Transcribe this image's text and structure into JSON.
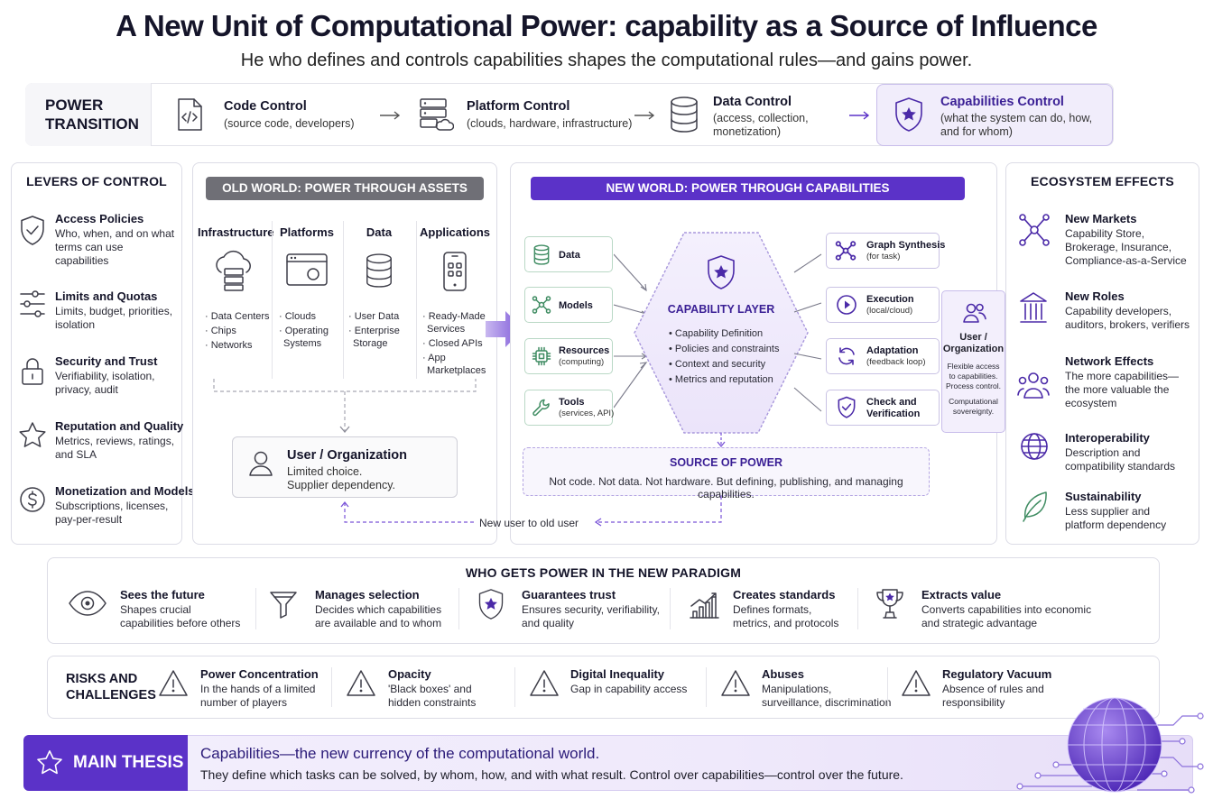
{
  "header": {
    "title": "A New Unit of Computational Power: capability as a Source of Influence",
    "subtitle": "He who defines and controls capabilities shapes the computational rules—and gains power."
  },
  "transition": {
    "label_line1": "POWER",
    "label_line2": "TRANSITION",
    "stages": [
      {
        "title": "Code Control",
        "desc": "(source code, developers)",
        "icon": "code-file-icon"
      },
      {
        "title": "Platform Control",
        "desc": "(clouds, hardware, infrastructure)",
        "icon": "server-cloud-icon"
      },
      {
        "title": "Data Control",
        "desc_line1": "(access, collection,",
        "desc_line2": "monetization)",
        "icon": "database-icon"
      },
      {
        "title": "Capabilities Control",
        "desc_line1": "(what the system can do, how,",
        "desc_line2": "and for whom)",
        "icon": "shield-star-icon"
      }
    ]
  },
  "levers": {
    "title": "LEVERS OF CONTROL",
    "items": [
      {
        "title": "Access Policies",
        "l1": "Who, when, and on what",
        "l2": "terms can use",
        "l3": "capabilities",
        "icon": "shield-check-icon"
      },
      {
        "title": "Limits and Quotas",
        "l1": "Limits, budget, priorities,",
        "l2": "isolation",
        "icon": "sliders-icon"
      },
      {
        "title": "Security and Trust",
        "l1": "Verifiability, isolation,",
        "l2": "privacy, audit",
        "icon": "lock-icon"
      },
      {
        "title": "Reputation and Quality",
        "l1": "Metrics, reviews, ratings,",
        "l2": "and SLA",
        "icon": "star-icon"
      },
      {
        "title": "Monetization and Models",
        "l1": "Subscriptions, licenses,",
        "l2": "pay-per-result",
        "icon": "dollar-icon"
      }
    ]
  },
  "old_world": {
    "banner": "OLD WORLD: POWER THROUGH ASSETS",
    "columns": [
      {
        "title": "Infrastructure",
        "icon": "cloud-server-icon",
        "bullets": [
          "· Data Centers",
          "· Chips",
          "· Networks"
        ]
      },
      {
        "title": "Platforms",
        "icon": "browser-window-icon",
        "bullets": [
          "· Clouds",
          "· Operating",
          "Systems"
        ]
      },
      {
        "title": "Data",
        "icon": "database-icon",
        "bullets": [
          "· User Data",
          "· Enterprise",
          "Storage"
        ]
      },
      {
        "title": "Applications",
        "icon": "smartphone-icon",
        "bullets": [
          "· Ready-Made",
          "Services",
          "· Closed APIs",
          "· App",
          "Marketplaces"
        ]
      }
    ],
    "user_title": "User / Organization",
    "user_l1": "Limited choice.",
    "user_l2": "Supplier dependency."
  },
  "new_world": {
    "banner": "NEW WORLD: POWER THROUGH CAPABILITIES",
    "inputs": [
      {
        "title": "Data",
        "icon": "database-icon"
      },
      {
        "title": "Models",
        "icon": "network-nodes-icon"
      },
      {
        "title": "Resources",
        "sub": "(computing)",
        "icon": "chip-icon"
      },
      {
        "title": "Tools",
        "sub": "(services, API)",
        "icon": "wrench-icon"
      }
    ],
    "layer_title": "CAPABILITY LAYER",
    "layer_items": [
      "• Capability Definition",
      "• Policies and constraints",
      "• Context and security",
      "• Metrics and reputation"
    ],
    "outputs": [
      {
        "title": "Graph Synthesis",
        "sub": "(for task)",
        "icon": "graph-icon"
      },
      {
        "title": "Execution",
        "sub": "(local/cloud)",
        "icon": "play-icon"
      },
      {
        "title": "Adaptation",
        "sub": "(feedback loop)",
        "icon": "refresh-icon"
      },
      {
        "title": "Check and",
        "sub": "Verification",
        "icon": "shield-check-icon"
      }
    ],
    "user": {
      "t1": "User /",
      "t2": "Organization",
      "d1": "Flexible access",
      "d2": "to capabilities.",
      "d3": "Process control.",
      "d4": "Computational",
      "d5": "sovereignty."
    },
    "source_title": "SOURCE OF POWER",
    "source_desc": "Not code. Not data. Not hardware. But defining, publishing, and managing capabilities.",
    "return_label": "New user to old user"
  },
  "ecosystem": {
    "title": "ECOSYSTEM EFFECTS",
    "items": [
      {
        "title": "New Markets",
        "l1": "Capability Store,",
        "l2": "Brokerage, Insurance,",
        "l3": "Compliance-as-a-Service",
        "icon": "hub-nodes-icon"
      },
      {
        "title": "New Roles",
        "l1": "Capability developers,",
        "l2": "auditors, brokers, verifiers",
        "icon": "institution-icon"
      },
      {
        "title": "Network Effects",
        "l1": "The more capabilities—",
        "l2": "the more valuable the",
        "l3": "ecosystem",
        "icon": "people-icon"
      },
      {
        "title": "Interoperability",
        "l1": "Description and",
        "l2": "compatibility standards",
        "icon": "globe-icon"
      },
      {
        "title": "Sustainability",
        "l1": "Less supplier and",
        "l2": "platform dependency",
        "icon": "leaf-icon"
      }
    ]
  },
  "who": {
    "title": "WHO GETS POWER IN THE NEW PARADIGM",
    "items": [
      {
        "title": "Sees the future",
        "l1": "Shapes crucial",
        "l2": "capabilities before others",
        "icon": "eye-icon"
      },
      {
        "title": "Manages selection",
        "l1": "Decides which capabilities",
        "l2": "are available and to whom",
        "icon": "funnel-icon"
      },
      {
        "title": "Guarantees trust",
        "l1": "Ensures security, verifiability,",
        "l2": "and quality",
        "icon": "shield-star-icon"
      },
      {
        "title": "Creates standards",
        "l1": "Defines formats,",
        "l2": "metrics, and protocols",
        "icon": "bar-chart-icon"
      },
      {
        "title": "Extracts value",
        "l1": "Converts capabilities into economic",
        "l2": "and strategic advantage",
        "icon": "trophy-icon"
      }
    ]
  },
  "risks": {
    "label_line1": "RISKS AND",
    "label_line2": "CHALLENGES",
    "items": [
      {
        "title": "Power Concentration",
        "l1": "In the hands of a limited",
        "l2": "number of players",
        "icon": "warning-icon"
      },
      {
        "title": "Opacity",
        "l1": "'Black boxes' and",
        "l2": "hidden constraints",
        "icon": "warning-icon"
      },
      {
        "title": "Digital Inequality",
        "l1": "Gap in capability access",
        "l2": "",
        "icon": "warning-icon"
      },
      {
        "title": "Abuses",
        "l1": "Manipulations,",
        "l2": "surveillance, discrimination",
        "icon": "warning-icon"
      },
      {
        "title": "Regulatory Vacuum",
        "l1": "Absence of rules and",
        "l2": "responsibility",
        "icon": "warning-icon"
      }
    ]
  },
  "thesis": {
    "tag": "MAIN THESIS",
    "line1": "Capabilities—the new currency of the computational world.",
    "line2": "They define which tasks can be solved, by whom, how, and with what result. Control over capabilities—control over the future."
  },
  "colors": {
    "accent": "#5b32c8",
    "accent_dark": "#4b2aa8",
    "old_banner": "#6f6f76",
    "green": "#3f8c62"
  }
}
